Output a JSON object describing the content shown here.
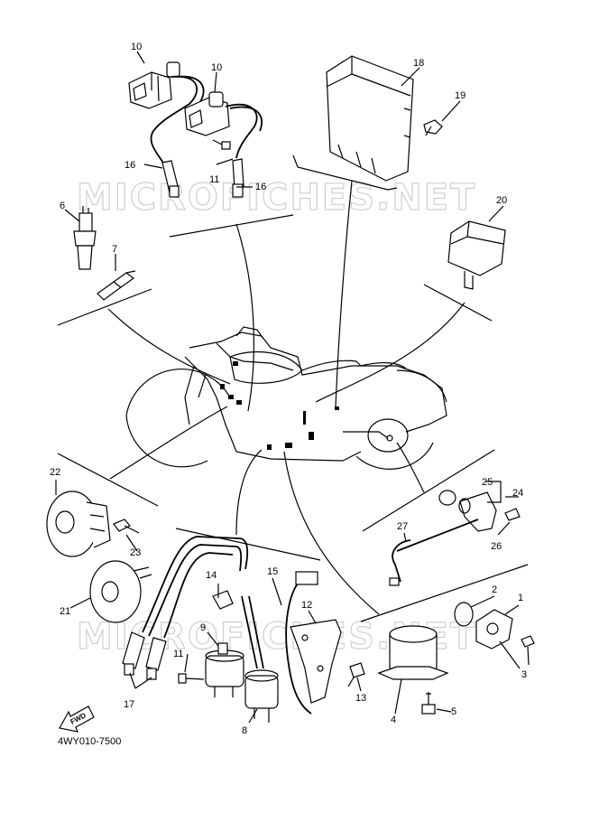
{
  "watermark": "MICROFICHES.NET",
  "diagram_code": "4WY010-7500",
  "fwd_label": "FWD",
  "callouts": {
    "c1": "1",
    "c2": "2",
    "c3": "3",
    "c4": "4",
    "c5": "5",
    "c6": "6",
    "c7": "7",
    "c8": "8",
    "c9": "9",
    "c10a": "10",
    "c10b": "10",
    "c11a": "11",
    "c11b": "11",
    "c12": "12",
    "c13": "13",
    "c14": "14",
    "c15": "15",
    "c16a": "16",
    "c16b": "16",
    "c17": "17",
    "c18": "18",
    "c19": "19",
    "c20": "20",
    "c21": "21",
    "c22": "22",
    "c23": "23",
    "c24": "24",
    "c25": "25",
    "c26": "26",
    "c27": "27"
  }
}
